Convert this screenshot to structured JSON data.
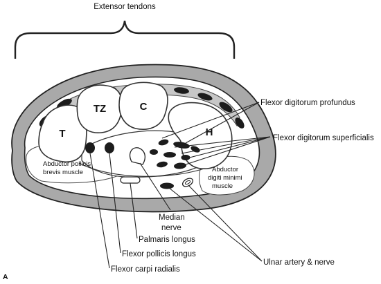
{
  "panel_letter": "A",
  "top_label": "Extensor tendons",
  "bones": [
    {
      "id": "trapezium",
      "label": "T"
    },
    {
      "id": "trapezoid",
      "label": "TZ"
    },
    {
      "id": "capitate",
      "label": "C"
    },
    {
      "id": "hamate",
      "label": "H"
    }
  ],
  "labels": {
    "fdp": "Flexor digitorum profundus",
    "fds": "Flexor digitorum superficialis",
    "apb_1": "Abductor pollicis",
    "apb_2": "brevis muscle",
    "adm_1": "Abductor",
    "adm_2": "digiti minimi",
    "adm_3": "muscle",
    "median_1": "Median",
    "median_2": "nerve",
    "palmaris": "Palmaris longus",
    "fpl": "Flexor pollicis longus",
    "fcr": "Flexor carpi radialis",
    "ulnar": "Ulnar artery & nerve"
  },
  "colors": {
    "outline": "#222222",
    "skin_band": "#a9a9a9",
    "bone_fill": "#ffffff",
    "tendon_fill": "#1c1c1c",
    "background": "#ffffff"
  }
}
